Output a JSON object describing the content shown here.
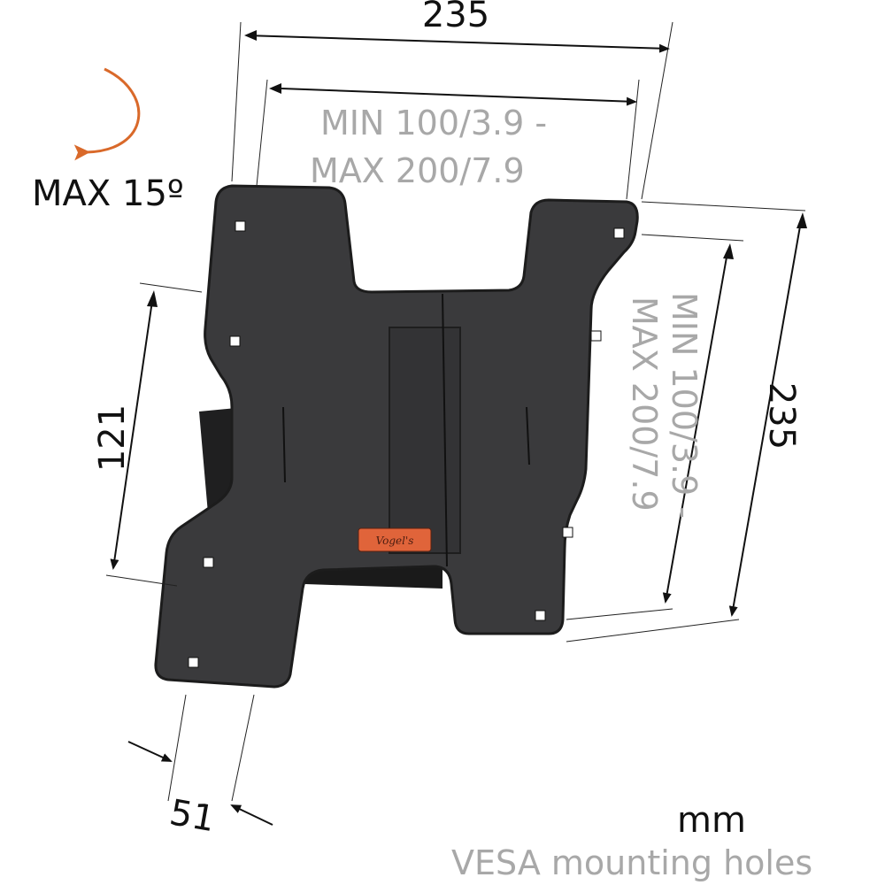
{
  "dimensions": {
    "overall_width": "235",
    "overall_height": "235",
    "vesa_horizontal": [
      "MIN 100/3.9 -",
      "MAX 200/7.9"
    ],
    "vesa_vertical": [
      "MIN 100/3.9 -",
      "MAX 200/7.9"
    ],
    "bracket_height": "121",
    "wall_distance": "51"
  },
  "tilt": {
    "label": "MAX 15º",
    "arrow_color": "#d9692a"
  },
  "units": "mm",
  "legend": "VESA mounting holes",
  "brand_logo": "Vogel's",
  "colors": {
    "plate": "#3a3a3c",
    "logo_badge": "#e0643a",
    "vesa_text": "#a8a8a8"
  }
}
